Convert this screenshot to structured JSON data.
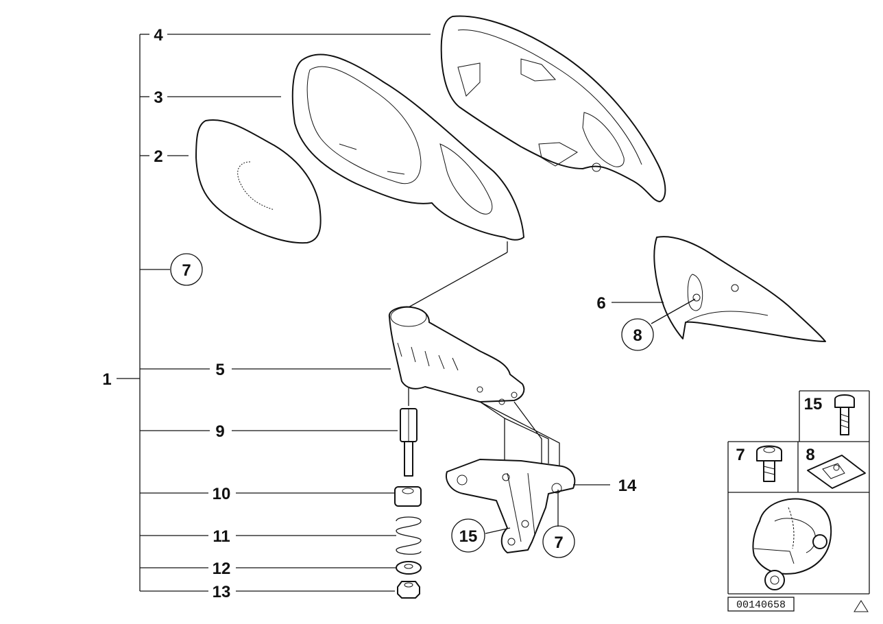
{
  "callouts": {
    "c1": "1",
    "c2": "2",
    "c3": "3",
    "c4": "4",
    "c5": "5",
    "c6": "6",
    "c7_circle_left": "7",
    "c8_circle": "8",
    "c9": "9",
    "c10": "10",
    "c11": "11",
    "c12": "12",
    "c13": "13",
    "c14": "14",
    "c15_circle": "15",
    "c7_circle_bracket": "7"
  },
  "legend": {
    "item15": "15",
    "item7": "7",
    "item8": "8"
  },
  "diagram_id": "00140658"
}
